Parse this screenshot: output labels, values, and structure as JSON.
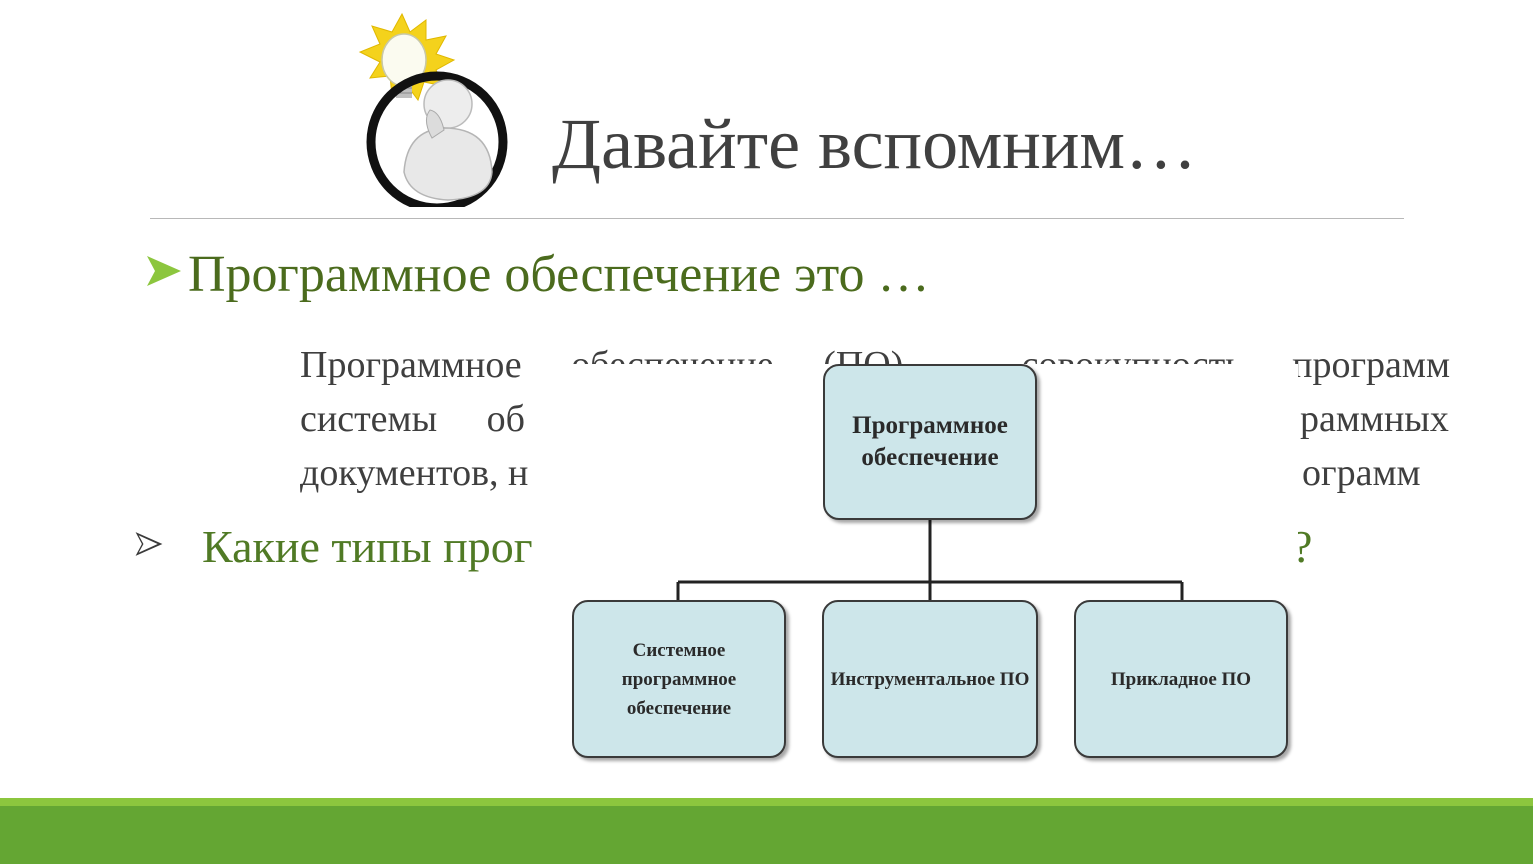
{
  "slide": {
    "title": "Давайте вспомним…",
    "bullet1": "Программное обеспечение это …",
    "definition_lines": [
      "Программное обеспечение (ПО) – совокупность программ",
      "системы об",
      "документов, н"
    ],
    "definition_right": [
      "раммных",
      "ограмм"
    ],
    "bullet2": "Какие типы прог",
    "bullet2_tail": "?"
  },
  "diagram": {
    "root": "Программное обеспечение",
    "children": [
      "Системное программное обеспечение",
      "Инструментальное ПО",
      "Прикладное ПО"
    ]
  },
  "colors": {
    "title": "#404040",
    "bullet": "#4b6b1d",
    "box_fill": "#cde6ea",
    "footer": "#64a633",
    "footer_light": "#8cc63e"
  }
}
